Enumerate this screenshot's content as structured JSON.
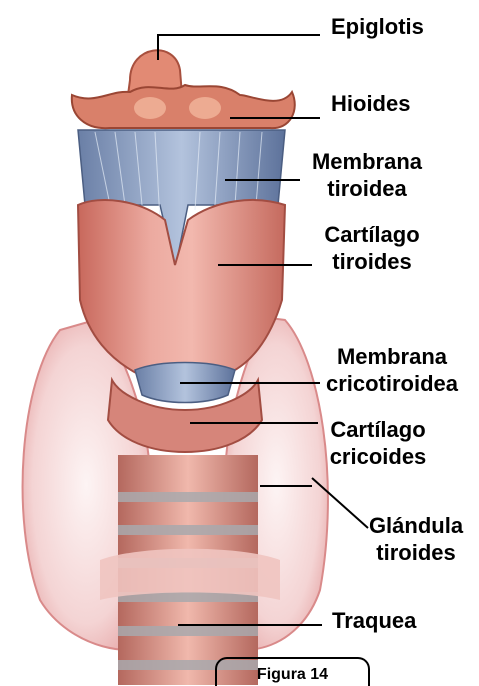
{
  "labels": {
    "epiglotis": "Epiglotis",
    "hioides": "Hioides",
    "membrana_tiroidea_1": "Membrana",
    "membrana_tiroidea_2": "tiroidea",
    "cartilago_tiroides_1": "Cartílago",
    "cartilago_tiroides_2": "tiroides",
    "membrana_crico_1": "Membrana",
    "membrana_crico_2": "cricotiroidea",
    "cartilago_cricoides_1": "Cartílago",
    "cartilago_cricoides_2": "cricoides",
    "glandula_1": "Glándula",
    "glandula_2": "tiroides",
    "traquea": "Traquea"
  },
  "caption": "Figura 14",
  "colors": {
    "gland": "#f6dcdc",
    "cartilage": "#e79c90",
    "cartilage_dark": "#c8685c",
    "membrane": "#8ea2c4",
    "hyoid": "#d9806a",
    "trachea_ring": "#dea59c",
    "trachea_gap": "#a9a9ad"
  }
}
